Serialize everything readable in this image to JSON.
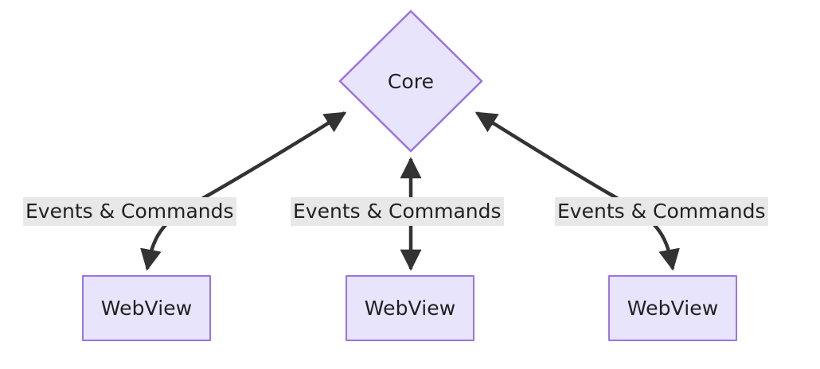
{
  "diagram": {
    "type": "flowchart",
    "direction": "bottom-to-top",
    "nodes": {
      "core": {
        "label": "Core",
        "shape": "diamond",
        "fill": "#e8e4fb",
        "stroke": "#9b74e0"
      },
      "webviews": [
        {
          "id": "webview-left",
          "label": "WebView",
          "shape": "rect",
          "fill": "#e8e4fb",
          "stroke": "#9b74e0"
        },
        {
          "id": "webview-mid",
          "label": "WebView",
          "shape": "rect",
          "fill": "#e8e4fb",
          "stroke": "#9b74e0"
        },
        {
          "id": "webview-right",
          "label": "WebView",
          "shape": "rect",
          "fill": "#e8e4fb",
          "stroke": "#9b74e0"
        }
      ]
    },
    "edges": [
      {
        "id": "edge-left",
        "from": "webview-left",
        "to": "core",
        "label": "Events & Commands",
        "style": "curved",
        "arrows": "both",
        "label_background": "#e8e8e8",
        "stroke": "#333333"
      },
      {
        "id": "edge-mid",
        "from": "webview-mid",
        "to": "core",
        "label": "Events & Commands",
        "style": "straight",
        "arrows": "both",
        "label_background": "#e8e8e8",
        "stroke": "#333333"
      },
      {
        "id": "edge-right",
        "from": "webview-right",
        "to": "core",
        "label": "Events & Commands",
        "style": "curved",
        "arrows": "both",
        "label_background": "#e8e8e8",
        "stroke": "#333333"
      }
    ]
  }
}
